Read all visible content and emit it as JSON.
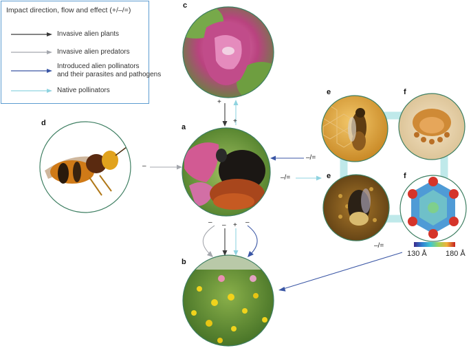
{
  "legend": {
    "title": "Impact direction, flow and effect (+/–/=)",
    "items": [
      {
        "label": "Invasive alien plants",
        "color": "#3a3a3a"
      },
      {
        "label": "Invasive alien predators",
        "color": "#a4a7ad"
      },
      {
        "label": "Introduced alien pollinators",
        "label2": "and their parasites and pathogens",
        "color": "#3a56a5"
      },
      {
        "label": "Native pollinators",
        "color": "#8fd3e0"
      }
    ]
  },
  "panels": {
    "a": "a",
    "b": "b",
    "c": "c",
    "d": "d",
    "e1": "e",
    "e2": "e",
    "f1": "f",
    "f2": "f"
  },
  "effects": {
    "c_to_a": "+",
    "a_to_c": "+",
    "d_to_a": "–",
    "ef_to_a": "–/=",
    "a_to_ef": "–/=",
    "ef_to_b": "–/=",
    "ab_1": "–",
    "ab_2": "–",
    "ab_3": "+",
    "ab_4": "–"
  },
  "scale": {
    "min": "130 Å",
    "max": "180 Å"
  },
  "colors": {
    "plants": "#3a3a3a",
    "predators": "#a4a7ad",
    "alien_pollinators": "#3a56a5",
    "native": "#8fd3e0",
    "ring": "#3d7e61",
    "ef_connector": "#bfe9ea"
  }
}
